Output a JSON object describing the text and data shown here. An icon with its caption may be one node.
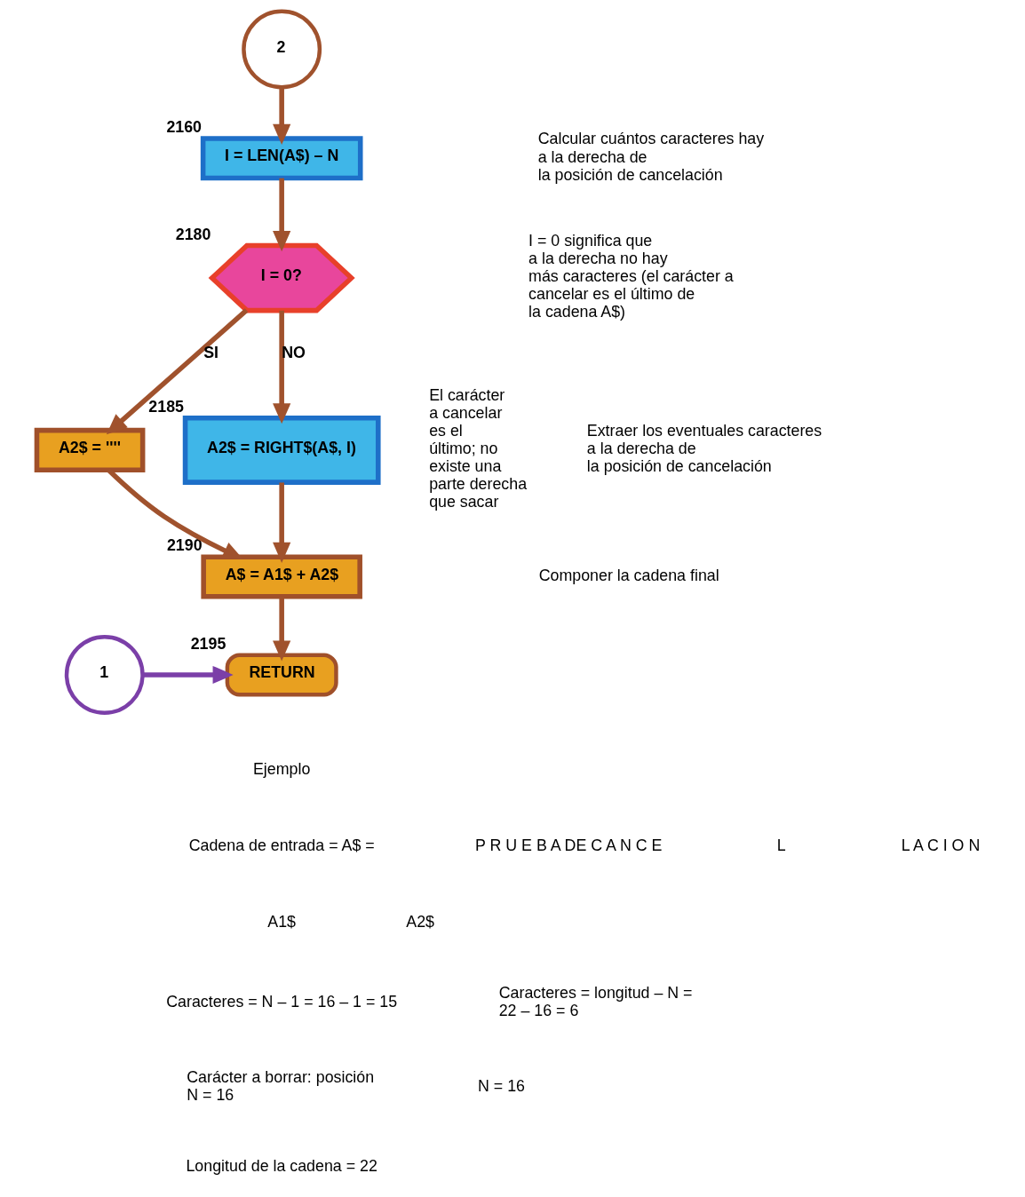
{
  "diagram": {
    "nodes": [
      {
        "text": [
          "2"
        ]
      },
      {
        "text": [
          "I = LEN(A$) – N"
        ],
        "beside": [
          "2160"
        ]
      },
      {
        "text": [
          "I = 0?"
        ],
        "beside": [
          "2180"
        ]
      },
      {
        "text": [
          "A2$ = ''''"
        ]
      },
      {
        "text": [
          "A2$ = RIGHT$(A$, I)"
        ],
        "beside": [
          "2185"
        ]
      },
      {
        "text": [
          "A$ = A1$ + A2$"
        ],
        "beside": [
          "2190"
        ]
      },
      {
        "text": [
          "1"
        ]
      },
      {
        "text": [
          "RETURN"
        ],
        "beside": [
          "2195"
        ]
      }
    ],
    "edges": [
      {
        "from": 0,
        "to": 1,
        "arrow": "to"
      },
      {
        "from": 1,
        "to": 2,
        "arrow": "to"
      },
      {
        "from": 2,
        "to": 3,
        "arrow": "to",
        "label": "SI"
      },
      {
        "from": 2,
        "to": 4,
        "arrow": "to",
        "label": "NO"
      },
      {
        "from": 3,
        "to": 5,
        "arrow": "to"
      },
      {
        "from": 4,
        "to": 5,
        "arrow": "to"
      },
      {
        "from": 5,
        "to": 7,
        "arrow": "to"
      },
      {
        "from": 6,
        "to": 7,
        "arrow": "to",
        "color": "#7b3fa8"
      }
    ],
    "labels": [
      "Calcular cuántos caracteres hay a la derecha de la posición de cancelación",
      "I = 0 significa que a la derecha no hay más caracteres (el carácter a cancelar es el último de la cadena A$)",
      "El carácter a cancelar es el último; no existe una parte derecha que sacar",
      "Extraer los eventuales caracteres a la derecha de la posición de cancelación",
      "Componer la cadena final",
      "Ejemplo",
      "Cadena de entrada = A$ =",
      "P R U E B A DE C A N C E",
      "L",
      "L A C I O N",
      "A1$",
      "A2$",
      "Caracteres = N – 1 = 16 – 1 = 15",
      "Caracteres = longitud – N = 22 – 16 = 6",
      "N = 16",
      "Carácter a borrar: posición N = 16",
      "Longitud de la cadena = 22"
    ]
  }
}
